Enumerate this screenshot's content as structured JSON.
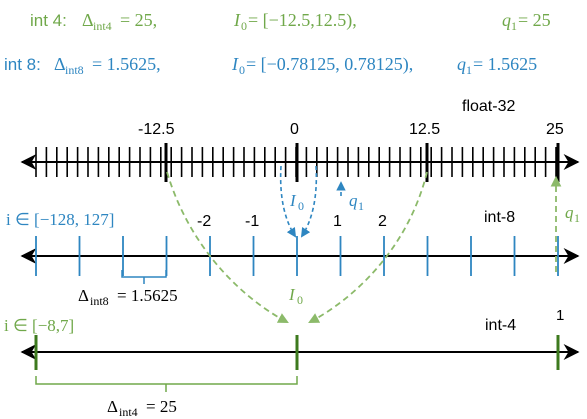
{
  "colors": {
    "green": "#70a84a",
    "blue": "#2e86c1",
    "black": "#000000",
    "dark_green": "#3d7a1e"
  },
  "header": {
    "line1": {
      "label": "int 4: ",
      "delta": "Δ",
      "delta_sub": "int4",
      "delta_val": " = 25,",
      "I": "I",
      "I_sub": "0",
      "I_val": " = [−12.5,12.5),",
      "q": "q",
      "q_sub": "1",
      "q_val": " = 25"
    },
    "line2": {
      "label": "int 8: ",
      "delta": "Δ",
      "delta_sub": "int8",
      "delta_val": " = 1.5625,",
      "I": "I",
      "I_sub": "0",
      "I_val": " = [−0.78125, 0.78125),",
      "q": "q",
      "q_sub": "1",
      "q_val": " = 1.5625"
    }
  },
  "float_axis": {
    "name": "float-32",
    "tick_labels": [
      "-12.5",
      "0",
      "12.5",
      "25"
    ]
  },
  "int8_axis": {
    "name": "int-8",
    "range_label": "i ∈ [−128, 127]",
    "tick_labels": [
      "-2",
      "-1",
      "1",
      "2"
    ],
    "I0": "I",
    "I0_sub": "0",
    "q1": "q",
    "q1_sub": "1",
    "delta": "Δ",
    "delta_sub": "int8",
    "delta_val": " = 1.5625"
  },
  "int4_axis": {
    "name": "int-4",
    "range_label": "i ∈ [−8,7]",
    "tick_label_right": "1",
    "I0": "I",
    "I0_sub": "0",
    "q1": "q",
    "q1_sub": "1",
    "delta": "Δ",
    "delta_sub": "int4",
    "delta_val": " = 25"
  }
}
